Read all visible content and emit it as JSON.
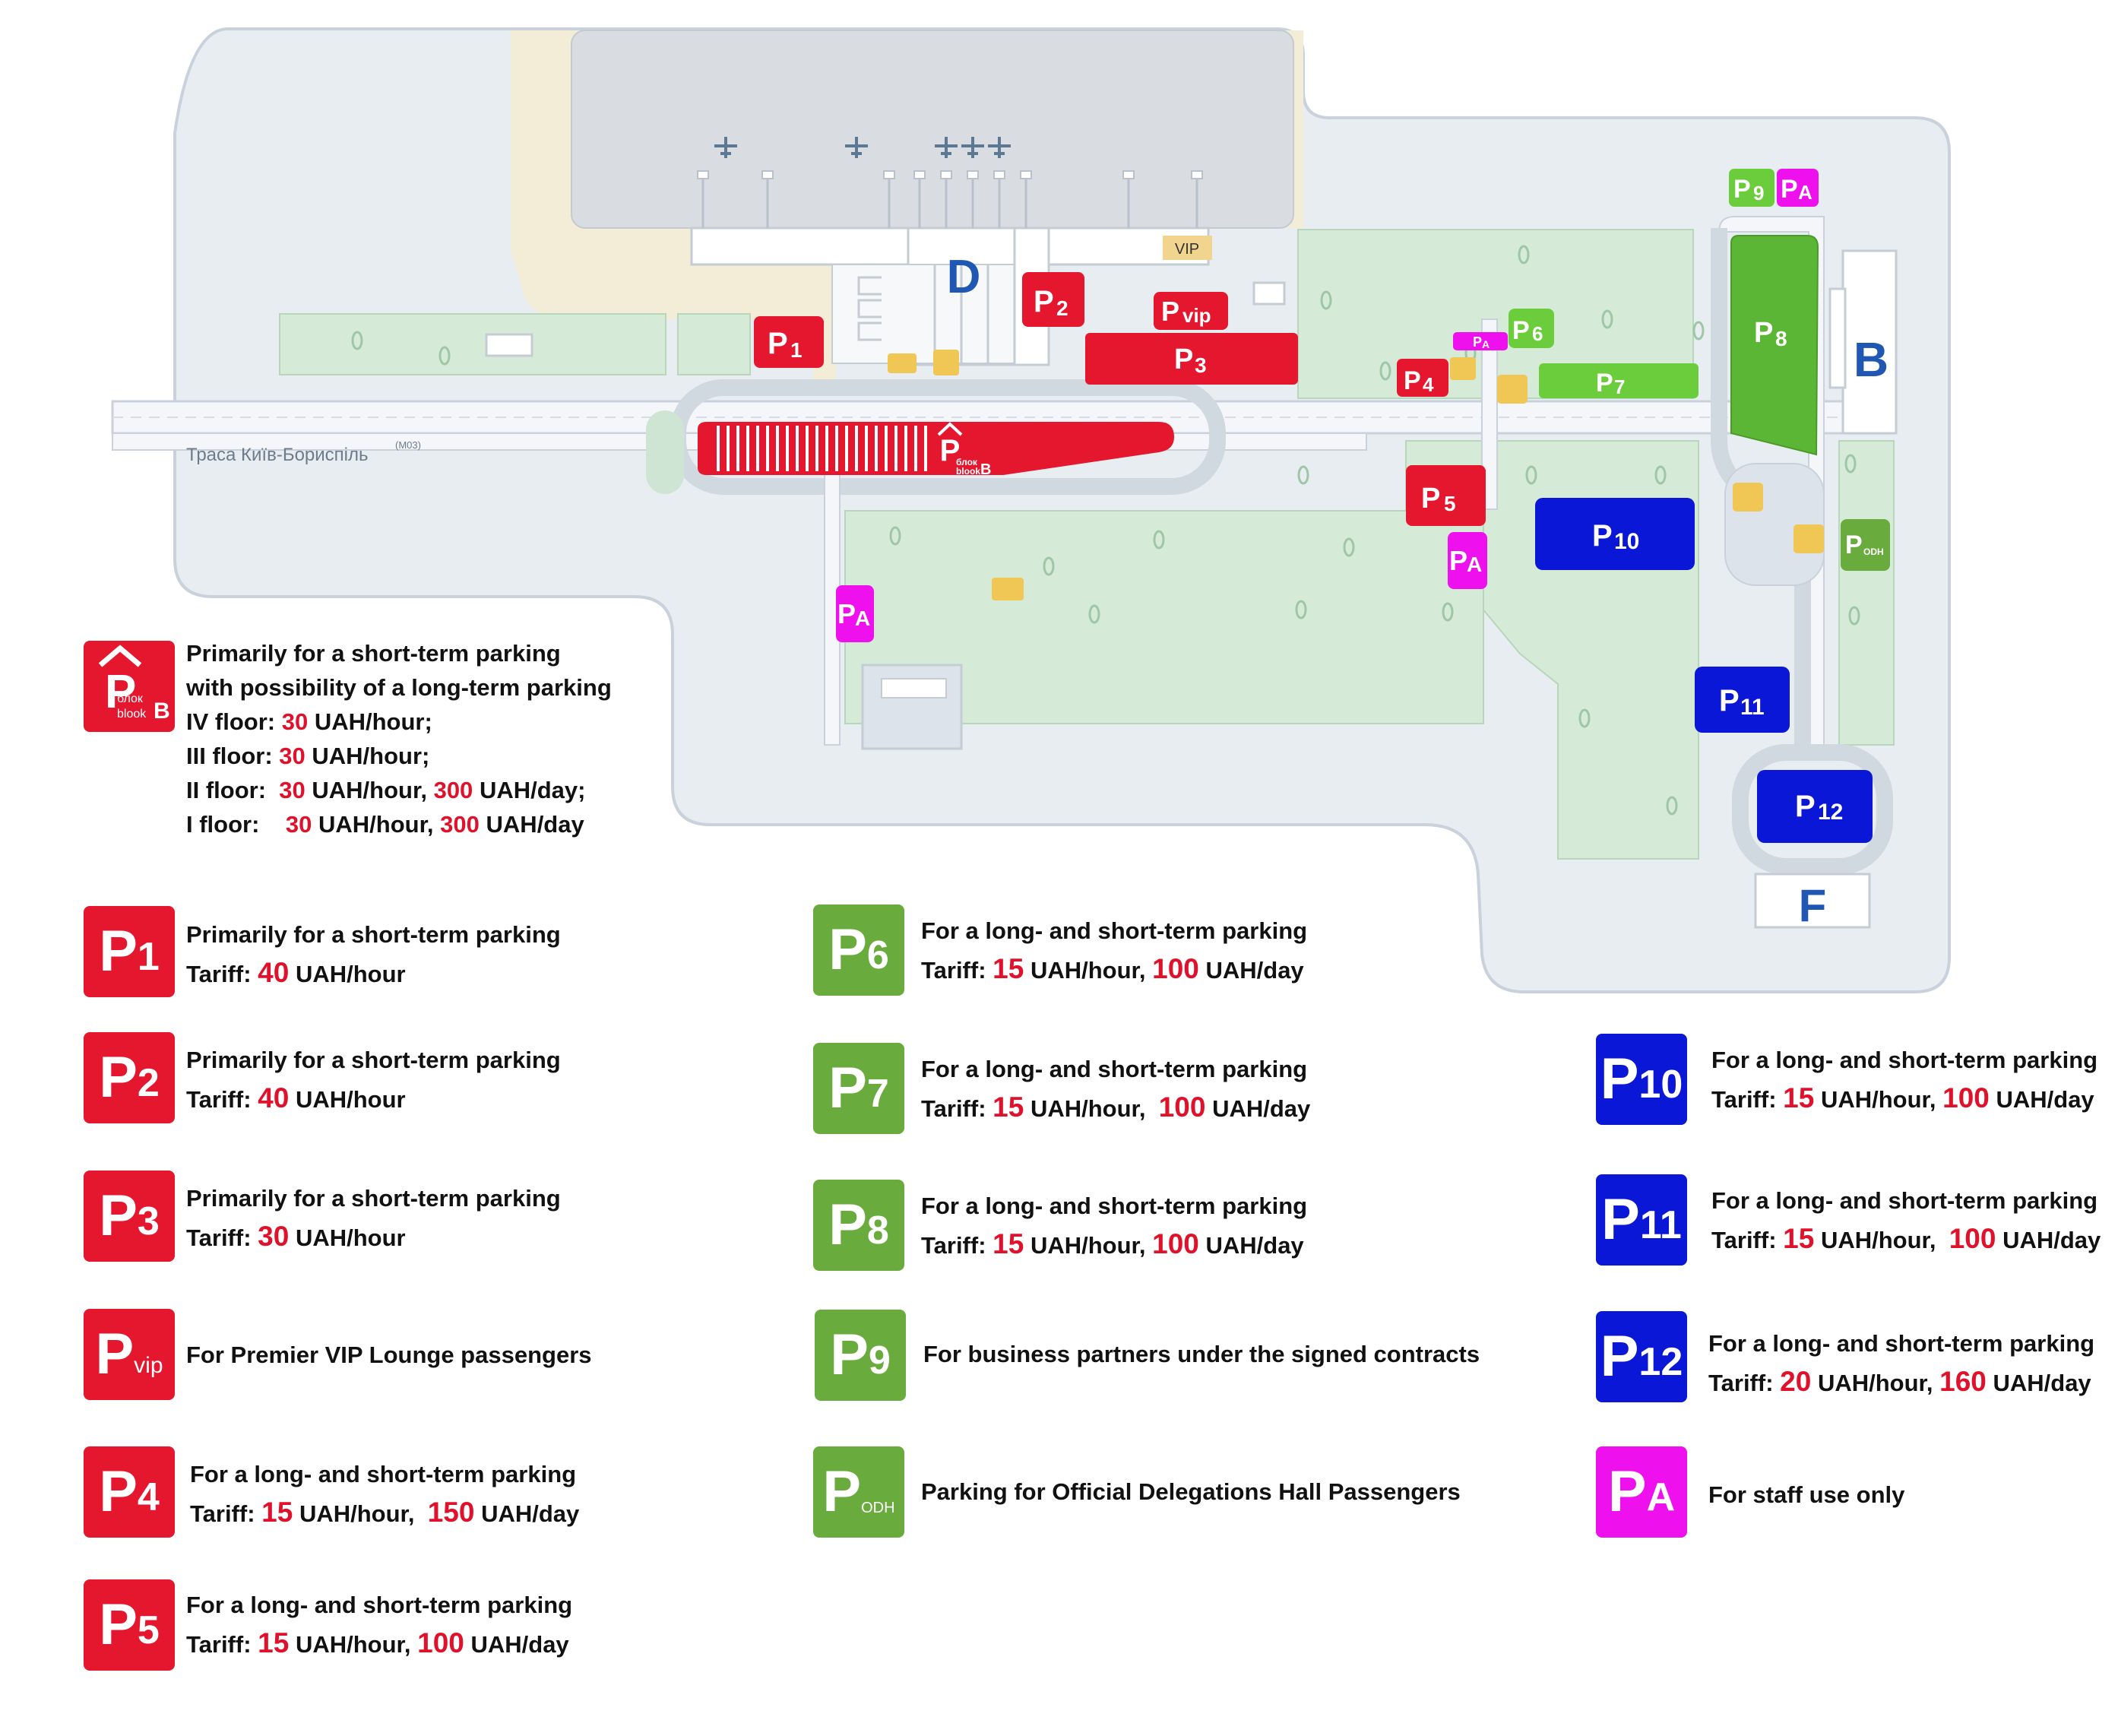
{
  "colors": {
    "red": "#e5172f",
    "green": "#6aab3e",
    "blue": "#0a17d6",
    "magenta": "#ee11ee",
    "zone_green": "#d6ead8",
    "road": "#f2f5f8",
    "land": "#e6ebf0"
  },
  "map": {
    "terminal_d": "D",
    "terminal_b": "B",
    "terminal_f": "F",
    "vip_tag": "VIP",
    "road_label": "Траса Київ-Бориспіль",
    "road_code": "(М03)",
    "block_b_badge": {
      "line1": "блок",
      "line2": "blook",
      "letter": "B"
    },
    "parking_labels": {
      "p1": "1",
      "p2": "2",
      "p3": "3",
      "p4": "4",
      "p5": "5",
      "p6": "6",
      "p7": "7",
      "p8": "8",
      "p9": "9",
      "p10": "10",
      "p11": "11",
      "p12": "12",
      "pvip": "vip",
      "podh": "ODH",
      "pa": "A"
    }
  },
  "block_b": {
    "line1": "Primarily for a short-term parking",
    "line2": "with possibility of a long-term parking",
    "floor4": {
      "label": "IV floor:",
      "hour": "30",
      "rate": "UAH/hour;"
    },
    "floor3": {
      "label": "III floor:",
      "hour": "30",
      "rate": "UAH/hour;"
    },
    "floor2": {
      "label": "II floor:",
      "hour": "30",
      "rate": "UAH/hour,",
      "day": "300",
      "day_rate": "UAH/day;"
    },
    "floor1": {
      "label": "I floor:",
      "hour": "30",
      "rate": "UAH/hour,",
      "day": "300",
      "day_rate": "UAH/day"
    }
  },
  "legend": {
    "tariff_label": "Tariff:",
    "uah_hour": "UAH/hour",
    "uah_hour_comma": "UAH/hour,",
    "uah_day": "UAH/day",
    "p1": {
      "badge": "1",
      "desc": "Primarily for a short-term parking",
      "hour": "40"
    },
    "p2": {
      "badge": "2",
      "desc": "Primarily for a short-term parking",
      "hour": "40"
    },
    "p3": {
      "badge": "3",
      "desc": "Primarily for a short-term parking",
      "hour": "30"
    },
    "pvip": {
      "badge": "vip",
      "desc": "For Premier VIP Lounge passengers"
    },
    "p4": {
      "badge": "4",
      "desc": "For a long- and short-term parking",
      "hour": "15",
      "day": "150"
    },
    "p5": {
      "badge": "5",
      "desc": "For a long- and short-term parking",
      "hour": "15",
      "day": "100"
    },
    "p6": {
      "badge": "6",
      "desc": "For a long- and short-term parking",
      "hour": "15",
      "day": "100"
    },
    "p7": {
      "badge": "7",
      "desc": "For a long- and short-term parking",
      "hour": "15",
      "day": "100"
    },
    "p8": {
      "badge": "8",
      "desc": "For a long- and short-term parking",
      "hour": "15",
      "day": "100"
    },
    "p9": {
      "badge": "9",
      "desc": "For business partners under the signed contracts"
    },
    "podh": {
      "badge": "ODH",
      "desc": "Parking for Official Delegations Hall Passengers"
    },
    "p10": {
      "badge": "10",
      "desc": "For a long- and short-term parking",
      "hour": "15",
      "day": "100"
    },
    "p11": {
      "badge": "11",
      "desc": "For a long- and short-term parking",
      "hour": "15",
      "day": "100"
    },
    "p12": {
      "badge": "12",
      "desc": "For a long- and short-term parking",
      "hour": "20",
      "day": "160"
    },
    "pa": {
      "badge": "A",
      "desc": "For staff use only"
    }
  }
}
